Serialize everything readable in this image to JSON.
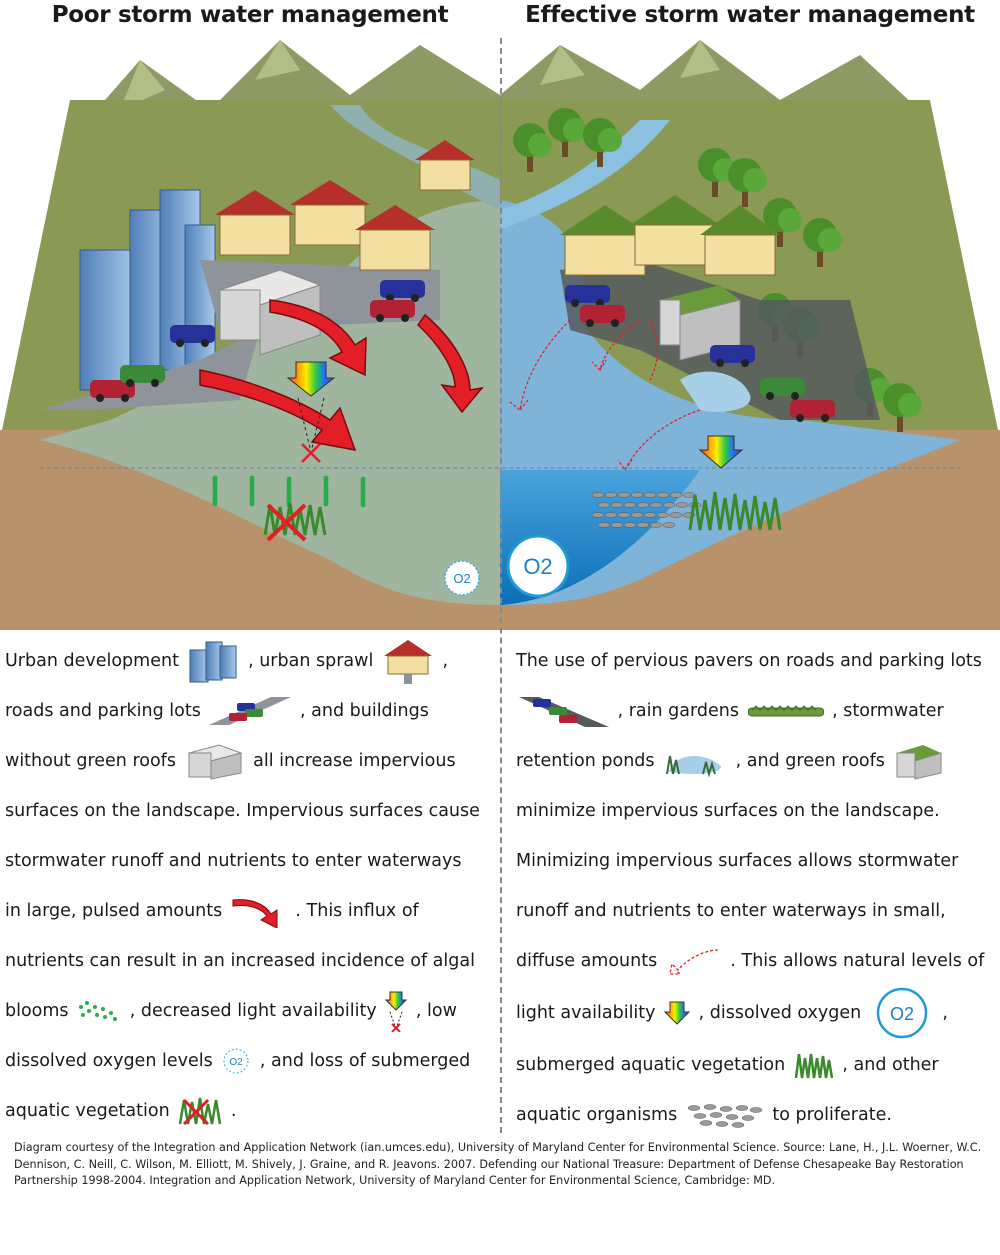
{
  "titles": {
    "left": "Poor storm water management",
    "right": "Effective storm water management"
  },
  "diagram": {
    "o2_left": "O2",
    "o2_right": "O2"
  },
  "left_text": {
    "l1a": "Urban development",
    "l1b": ", urban sprawl",
    "l1c": ",",
    "l2a": "roads and parking lots",
    "l2b": ", and buildings",
    "l3a": "without green roofs",
    "l3b": "all increase impervious",
    "l4": "surfaces on the landscape. Impervious surfaces cause",
    "l5": "stormwater runoff and nutrients to enter waterways",
    "l6a": "in large, pulsed amounts",
    "l6b": ". This influx of",
    "l7": "nutrients can result in an increased incidence of algal",
    "l8a": "blooms",
    "l8b": ", decreased light availability",
    "l8c": ", low",
    "l9a": "dissolved oxygen levels",
    "l9b": ", and loss of submerged",
    "l10a": "aquatic vegetation",
    "l10b": "."
  },
  "right_text": {
    "r1": "The use of pervious pavers on roads and parking lots",
    "r2a": ", rain gardens",
    "r2b": ", stormwater",
    "r3a": "retention ponds",
    "r3b": ", and green roofs",
    "r4": "minimize impervious surfaces on the landscape.",
    "r5": "Minimizing impervious surfaces allows stormwater",
    "r6": "runoff and nutrients to enter waterways in small,",
    "r7a": "diffuse amounts",
    "r7b": ". This allows natural levels of",
    "r8a": "light availability",
    "r8b": ", dissolved oxygen",
    "r8c": ",",
    "r9a": "submerged aquatic vegetation",
    "r9b": ", and other",
    "r10a": "aquatic organisms",
    "r10b": "to proliferate."
  },
  "credit": "Diagram courtesy of the Integration and Application Network (ian.umces.edu), University of Maryland Center for Environmental Science. Source: Lane, H., J.L. Woerner, W.C. Dennison, C. Neill, C. Wilson, M. Elliott, M. Shively, J. Graine, and R. Jeavons. 2007. Defending our National Treasure: Department of Defense Chesapeake Bay Restoration Partnership 1998-2004. Integration and Application Network, University of Maryland Center for Environmental Science, Cambridge: MD.",
  "colors": {
    "mountain": "#8e9a63",
    "land": "#8a9a55",
    "soil": "#b8926a",
    "water_poor": "#9fb5a0",
    "water_good": "#7fb4d8",
    "deep_good": "#1f7fc7",
    "arrow_red": "#e41e26",
    "roof_red": "#b5302a",
    "roof_green": "#5a8a2e",
    "tree": "#4a8f2a",
    "algae": "#2bab4a"
  }
}
